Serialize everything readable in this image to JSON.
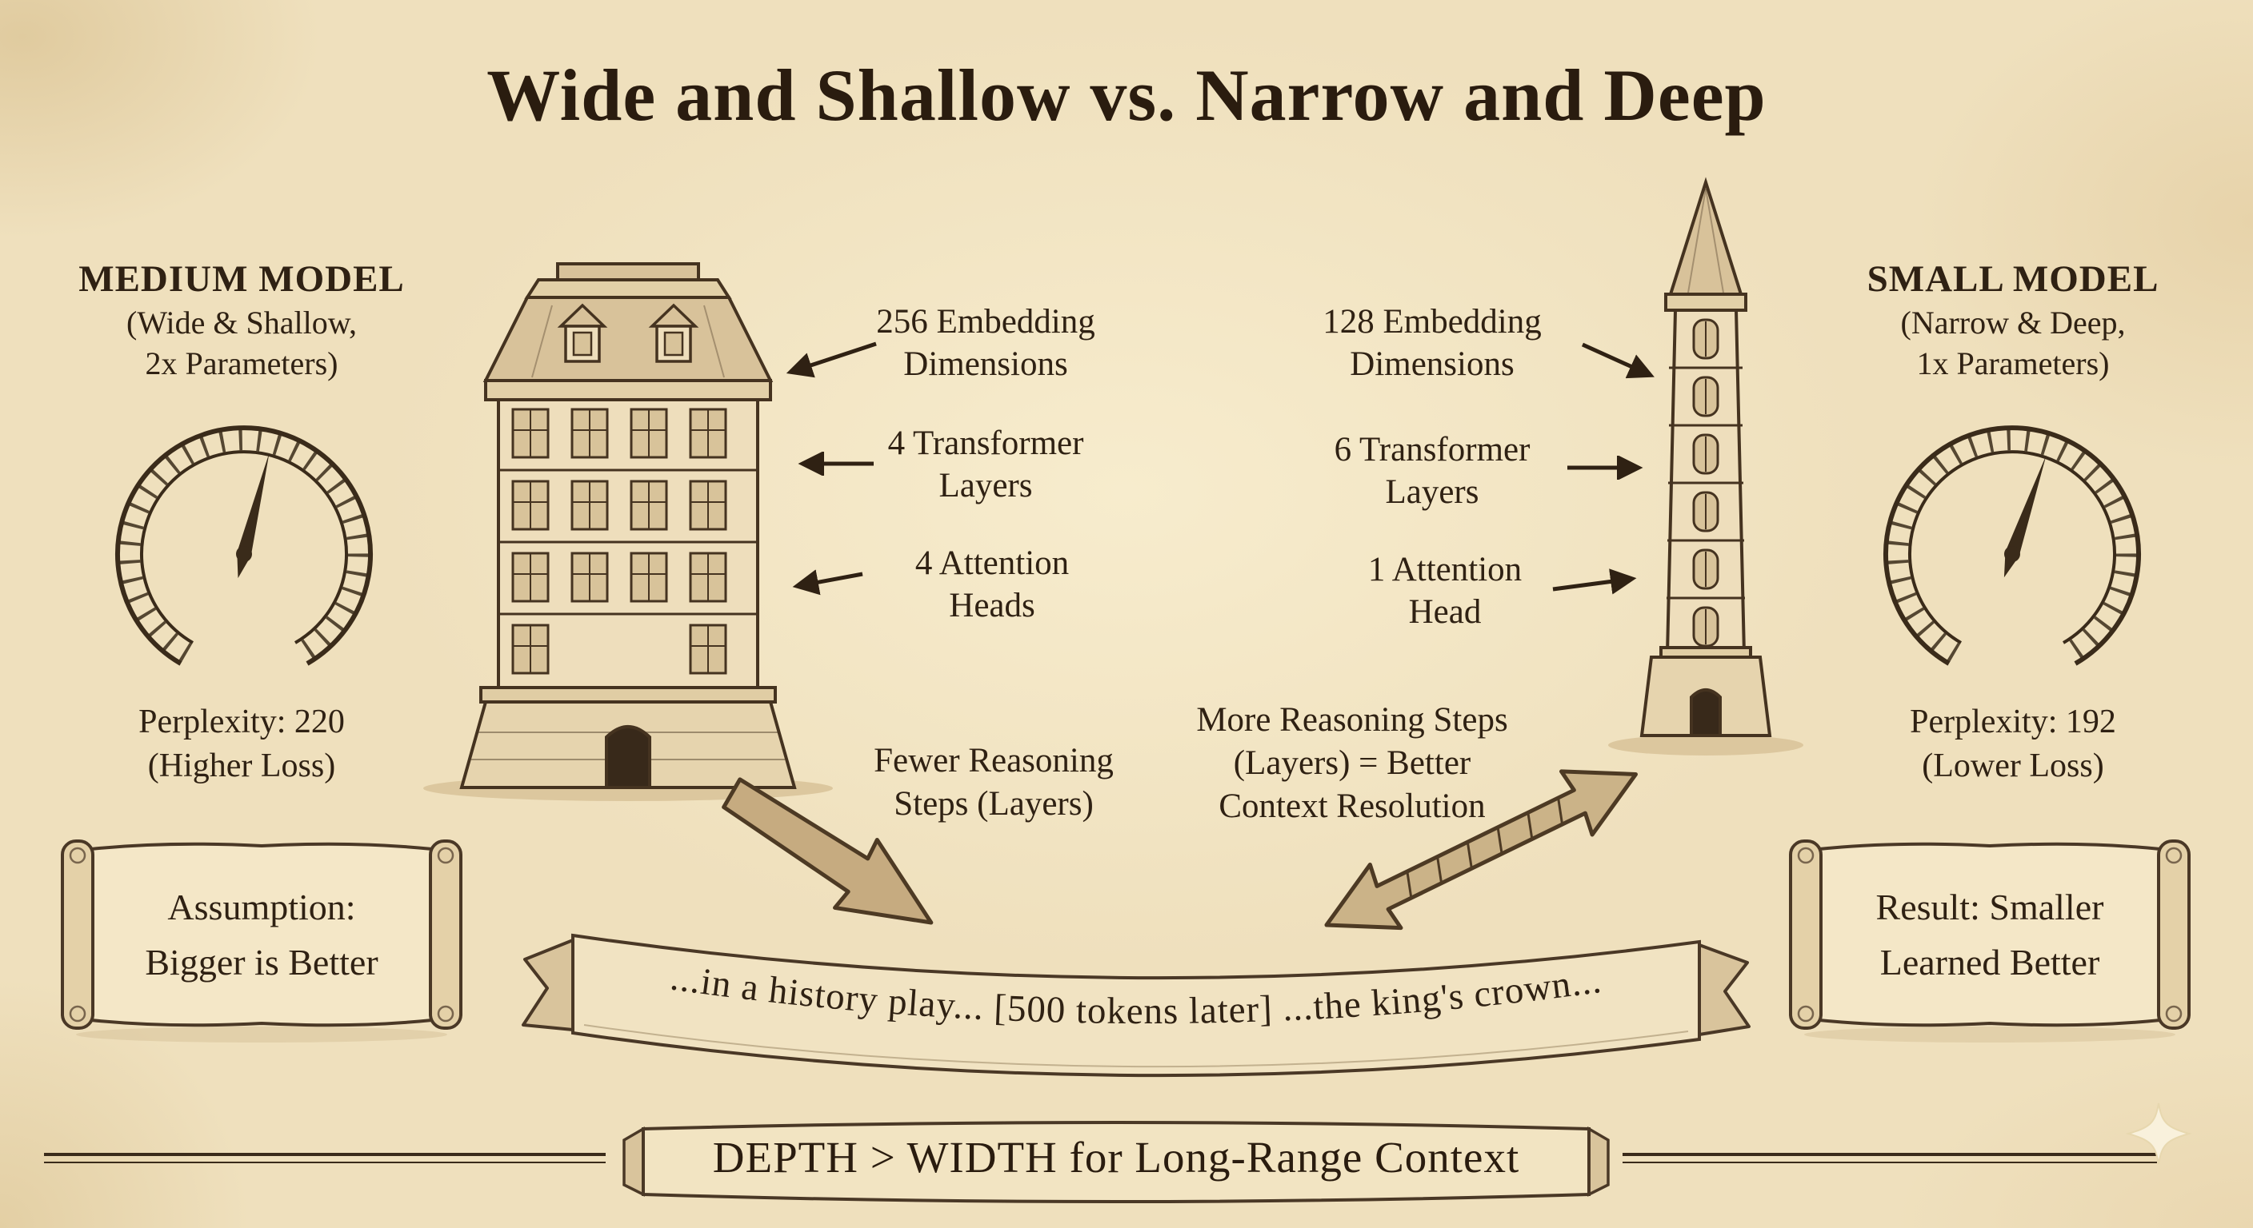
{
  "title": "Wide and Shallow vs. Narrow and Deep",
  "medium_model": {
    "heading": "MEDIUM MODEL",
    "subtitle_line1": "(Wide & Shallow,",
    "subtitle_line2": "2x Parameters)",
    "perplexity": "Perplexity: 220",
    "loss_note": "(Higher Loss)",
    "scroll_line1": "Assumption:",
    "scroll_line2": "Bigger is Better",
    "labels": [
      {
        "line1": "256 Embedding",
        "line2": "Dimensions"
      },
      {
        "line1": "4 Transformer",
        "line2": "Layers"
      },
      {
        "line1": "4 Attention",
        "line2": "Heads"
      }
    ],
    "note_line1": "Fewer Reasoning",
    "note_line2": "Steps (Layers)"
  },
  "small_model": {
    "heading": "SMALL MODEL",
    "subtitle_line1": "(Narrow & Deep,",
    "subtitle_line2": "1x Parameters)",
    "perplexity": "Perplexity: 192",
    "loss_note": "(Lower Loss)",
    "scroll_line1": "Result: Smaller",
    "scroll_line2": "Learned Better",
    "labels": [
      {
        "line1": "128 Embedding",
        "line2": "Dimensions"
      },
      {
        "line1": "6 Transformer",
        "line2": "Layers"
      },
      {
        "line1": "1 Attention",
        "line2": "Head"
      }
    ],
    "note_line1": "More Reasoning Steps",
    "note_line2": "(Layers) = Better",
    "note_line3": "Context Resolution"
  },
  "context_ribbon": {
    "text": "...in a history play... [500 tokens later] ...the king's crown..."
  },
  "footer": {
    "banner_text": "DEPTH > WIDTH for Long-Range Context"
  },
  "icons": {
    "left_gauge": "perplexity-gauge",
    "right_gauge": "perplexity-gauge",
    "sparkle": "sparkle-icon"
  },
  "colors": {
    "parchment": "#efe0bd",
    "ink": "#2f2113",
    "arrow_tan": "#c6ab80"
  }
}
